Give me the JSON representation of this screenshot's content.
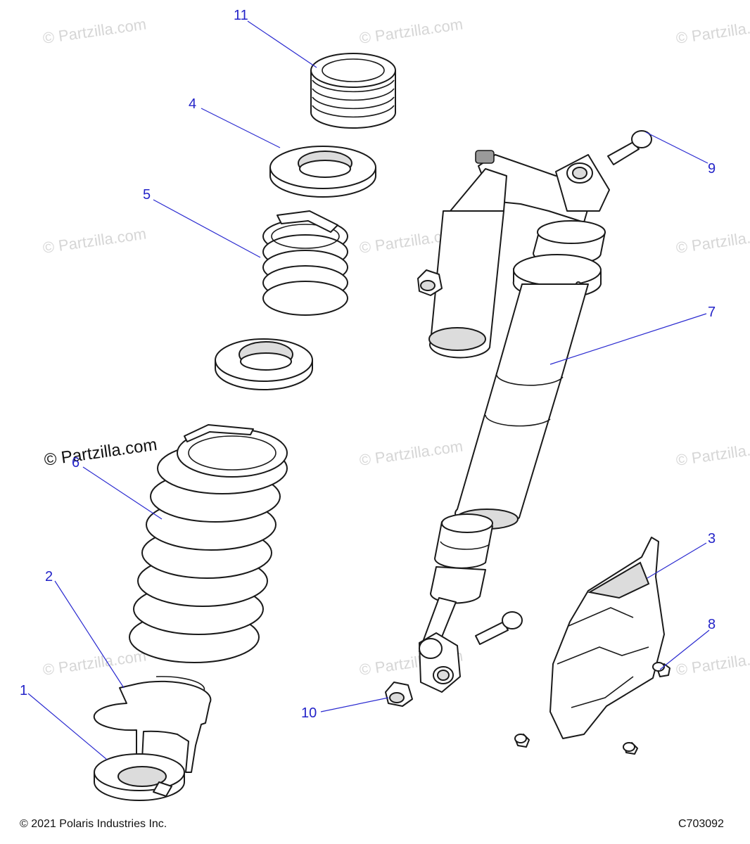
{
  "watermark": {
    "text": "© Partzilla.com",
    "featured_text": "© Partzilla.com"
  },
  "callouts": [
    {
      "id": "11",
      "label": "11"
    },
    {
      "id": "4",
      "label": "4"
    },
    {
      "id": "5",
      "label": "5"
    },
    {
      "id": "6",
      "label": "6"
    },
    {
      "id": "2",
      "label": "2"
    },
    {
      "id": "1",
      "label": "1"
    },
    {
      "id": "9",
      "label": "9"
    },
    {
      "id": "7",
      "label": "7"
    },
    {
      "id": "3",
      "label": "3"
    },
    {
      "id": "8",
      "label": "8"
    },
    {
      "id": "10",
      "label": "10"
    }
  ],
  "footer": {
    "copyright": "© 2021 Polaris Industries Inc.",
    "diagram_code": "C703092"
  },
  "colors": {
    "callout": "#2323c8",
    "line_art": "#1a1a1a",
    "watermark": "#d6d6d6"
  }
}
